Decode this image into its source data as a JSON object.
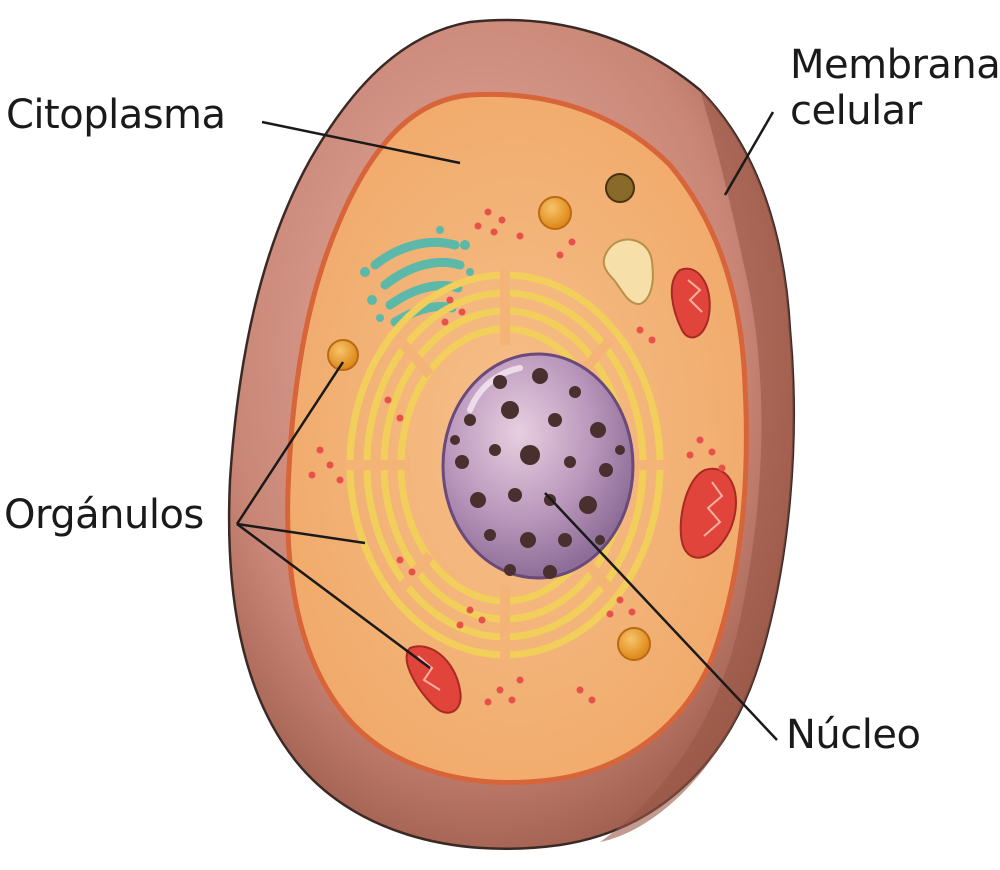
{
  "diagram": {
    "labels": {
      "cytoplasm": "Citoplasma",
      "membrane_line1": "Membrana",
      "membrane_line2": "celular",
      "organelles": "Orgánulos",
      "nucleus": "Núcleo"
    },
    "colors": {
      "outer_cell": "#c9867a",
      "outer_cell_dark": "#a35d4f",
      "membrane": "#e07a4a",
      "cytoplasm": "#f4b377",
      "nucleus": "#b89ab8",
      "nucleolus_dots": "#4a2f2f",
      "endoplasmic_reticulum": "#f5d76e",
      "golgi": "#6cc4b4",
      "mitochondria": "#e0443a",
      "lysosome": "#f0a030",
      "vacuole": "#f6dfa8",
      "ribosomes": "#e8504a",
      "leader_lines": "#1a1a1a"
    }
  }
}
